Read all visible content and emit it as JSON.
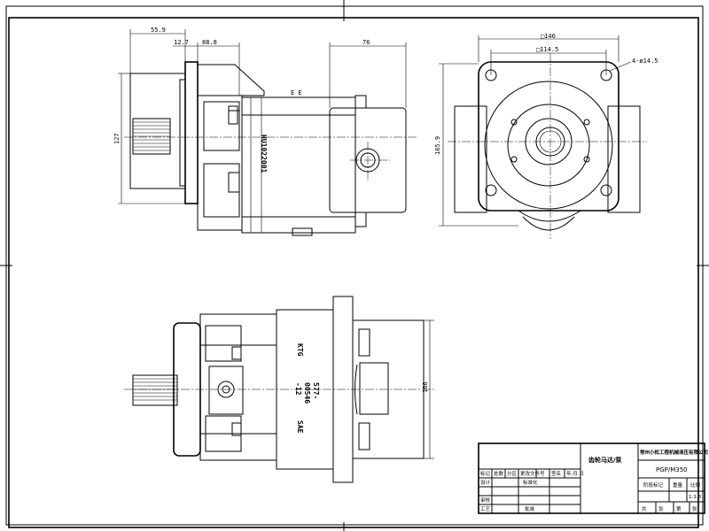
{
  "front_view": {
    "dims": {
      "shaft_length": "55.9",
      "flange_thickness": "12.7",
      "flange_to_port": "88.8",
      "rear_offset": "76",
      "shaft_height": "127",
      "ref_mark": "E  E"
    },
    "body_marking": "HU1022001"
  },
  "end_view": {
    "dims": {
      "flange_square_outer": "□146",
      "flange_square_inner": "□114.5",
      "bolt_holes": "4-ø14.5",
      "height": "165.9"
    }
  },
  "top_view": {
    "markings": [
      "KTG",
      "577-",
      "00546",
      "-12",
      "SAE"
    ],
    "dims": {
      "height": "166"
    }
  },
  "title_block": {
    "header_cells": [
      "标记",
      "处数",
      "分区",
      "更改文件号",
      "签名",
      "年.月.日"
    ],
    "row_labels": [
      "设计",
      "审核",
      "工艺"
    ],
    "col_labels": [
      "标准化",
      "批准"
    ],
    "part_name": "齿轮马达/泵",
    "company": "常州小松工程机械液压有限公司",
    "model": "PGP/M350",
    "stage_label": "阶段标记",
    "weight_label": "重量",
    "scale_label": "比例",
    "scale_value": "1:1.3",
    "sheet_labels": [
      "共",
      "张",
      "第",
      "张"
    ]
  }
}
